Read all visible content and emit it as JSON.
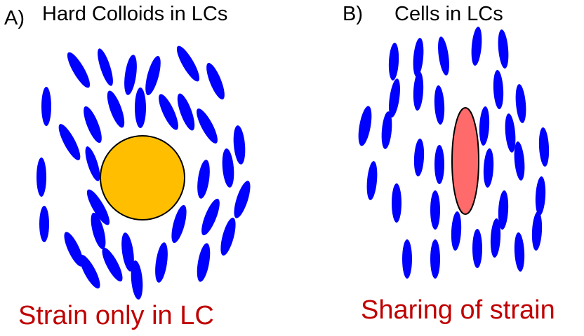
{
  "panels": [
    {
      "letter": "A)",
      "title": "Hard Colloids in LCs",
      "caption": "Strain only in LC",
      "inclusion": "colloid-circle"
    },
    {
      "letter": "B)",
      "title": "Cells in LCs",
      "caption": "Sharing of strain",
      "inclusion": "cell-ellipse"
    }
  ],
  "colors": {
    "lc_molecule": "#0000ff",
    "colloid_fill": "#ffbf00",
    "cell_fill": "#ff6b6b",
    "outline": "#000000",
    "caption_text": "#c00000"
  }
}
